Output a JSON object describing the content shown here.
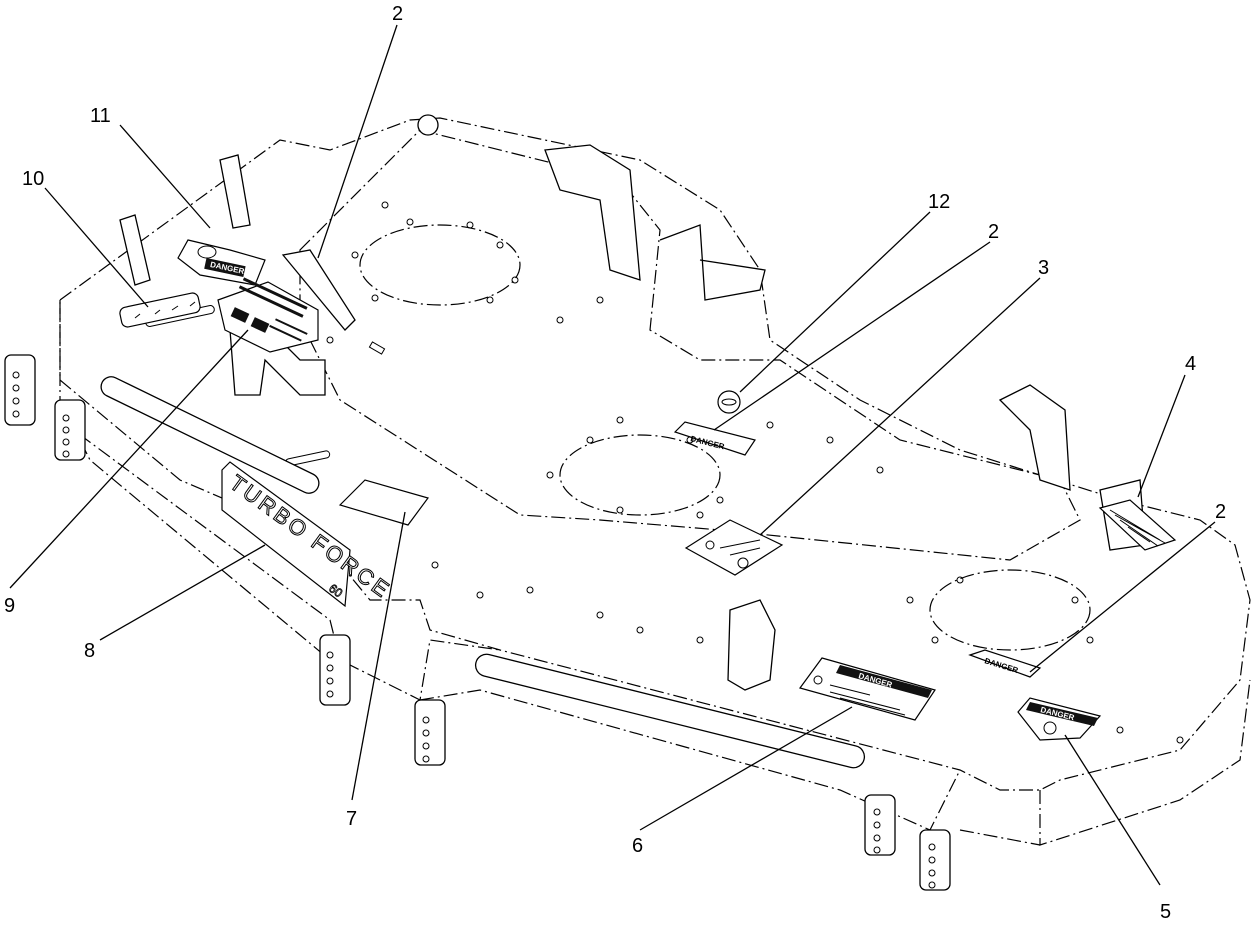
{
  "callouts": [
    {
      "number": "2"
    },
    {
      "number": "11"
    },
    {
      "number": "10"
    },
    {
      "number": "12"
    },
    {
      "number": "2"
    },
    {
      "number": "3"
    },
    {
      "number": "4"
    },
    {
      "number": "2"
    },
    {
      "number": "9"
    },
    {
      "number": "8"
    },
    {
      "number": "7"
    },
    {
      "number": "6"
    },
    {
      "number": "5"
    }
  ],
  "decals": {
    "turbo_force": "TURBO FORCE",
    "turbo_force_size": "60",
    "danger_small": "DANGER",
    "danger_main": "DANGER",
    "danger_right": "DANGER",
    "danger_5": "DANGER",
    "danger_11": "DANGER"
  }
}
